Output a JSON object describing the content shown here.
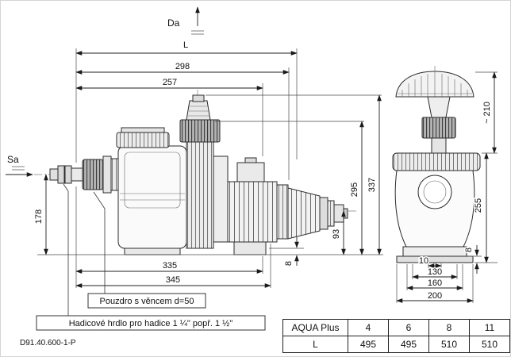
{
  "drawing": {
    "number": "D91.40.600-1-P",
    "labels": {
      "outlet": "Da",
      "suction": "Sa",
      "length": "L"
    },
    "notes": {
      "sleeve": "Pouzdro s věncem d=50",
      "hose": "Hadicové hrdlo pro hadice 1 ¼\" popř. 1 ½\""
    },
    "side_dims": {
      "top1": "298",
      "top2": "257",
      "inlet_height": "178",
      "bottom1": "335",
      "bottom2": "345",
      "height_mid": "295",
      "height_total": "337",
      "motor_axis": "93",
      "base_plate": "8"
    },
    "front_dims": {
      "upper": "~ 210",
      "body": "255",
      "plate": "8",
      "b10": "10",
      "b130": "130",
      "b160": "160",
      "b200": "200"
    }
  },
  "table": {
    "header": [
      "AQUA Plus",
      "4",
      "6",
      "8",
      "11"
    ],
    "rows": [
      [
        "L",
        "495",
        "495",
        "510",
        "510"
      ]
    ]
  }
}
